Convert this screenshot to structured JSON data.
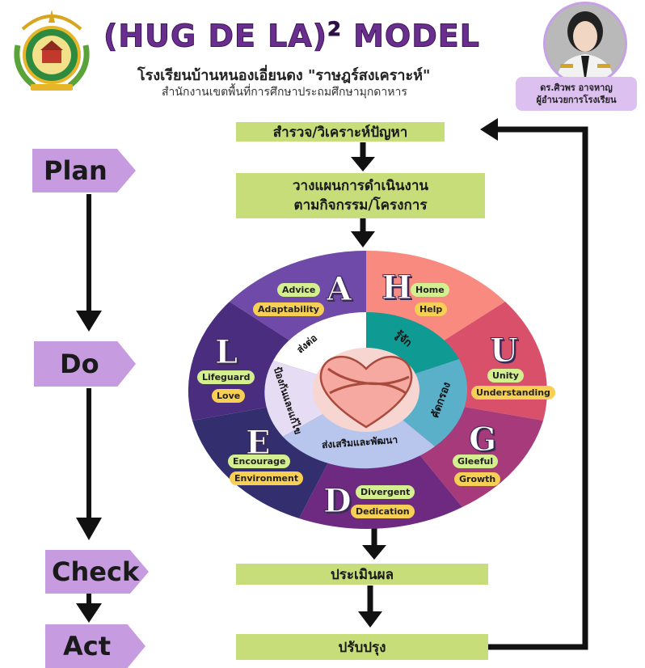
{
  "header": {
    "title": "(HUG DE LA)",
    "title_sup": "2",
    "title_suffix": " MODEL",
    "school_name": "โรงเรียนบ้านหนองเอี่ยนดง \"ราษฎร์สงเคราะห์\"",
    "office_name": "สำนักงานเขตพื้นที่การศึกษาประถมศึกษามุกดาหาร",
    "director_name": "ดร.ศิวพร อาจหาญ",
    "director_title": "ผู้อำนวยการโรงเรียน"
  },
  "pdca": {
    "plan": "Plan",
    "do": "Do",
    "check": "Check",
    "act": "Act"
  },
  "steps": {
    "survey": "สำรวจ/วิเคราะห์ปัญหา",
    "plan_line1": "วางแผนการดำเนินงาน",
    "plan_line2": "ตามกิจกรรม/โครงการ",
    "evaluate": "ประเมินผล",
    "improve": "ปรับปรุง"
  },
  "wheel": {
    "segments": [
      {
        "letter": "H",
        "words": [
          "Home",
          "Help"
        ],
        "color": "#f88a7f"
      },
      {
        "letter": "U",
        "words": [
          "Unity",
          "Understanding"
        ],
        "color": "#d8506a"
      },
      {
        "letter": "G",
        "words": [
          "Gleeful",
          "Growth"
        ],
        "color": "#a63a7a"
      },
      {
        "letter": "D",
        "words": [
          "Divergent",
          "Dedication"
        ],
        "color": "#6d2a80"
      },
      {
        "letter": "E",
        "words": [
          "Encourage",
          "Environment"
        ],
        "color": "#332f6e"
      },
      {
        "letter": "L",
        "words": [
          "Lifeguard",
          "Love"
        ],
        "color": "#4b2d7f"
      },
      {
        "letter": "A",
        "words": [
          "Advice",
          "Adaptability"
        ],
        "color": "#6f4aa8"
      }
    ],
    "inner_labels": {
      "know": "รู้จัก",
      "screen": "คัดกรอง",
      "promote": "ส่งเสริมและพัฒนา",
      "prevent": "ป้องกันและแก้ไข",
      "refer": "ส่งต่อ"
    },
    "inner_colors": {
      "know": "#0f9a94",
      "screen": "#5ab0c9",
      "promote": "#b8c6ee",
      "prevent": "#e6dcf3",
      "refer": "#ffffff"
    }
  },
  "colors": {
    "accent_purple": "#6a2f8e",
    "pdca_fill": "#c79be0",
    "step_fill": "#c7dd7a",
    "arrow": "#111111"
  }
}
